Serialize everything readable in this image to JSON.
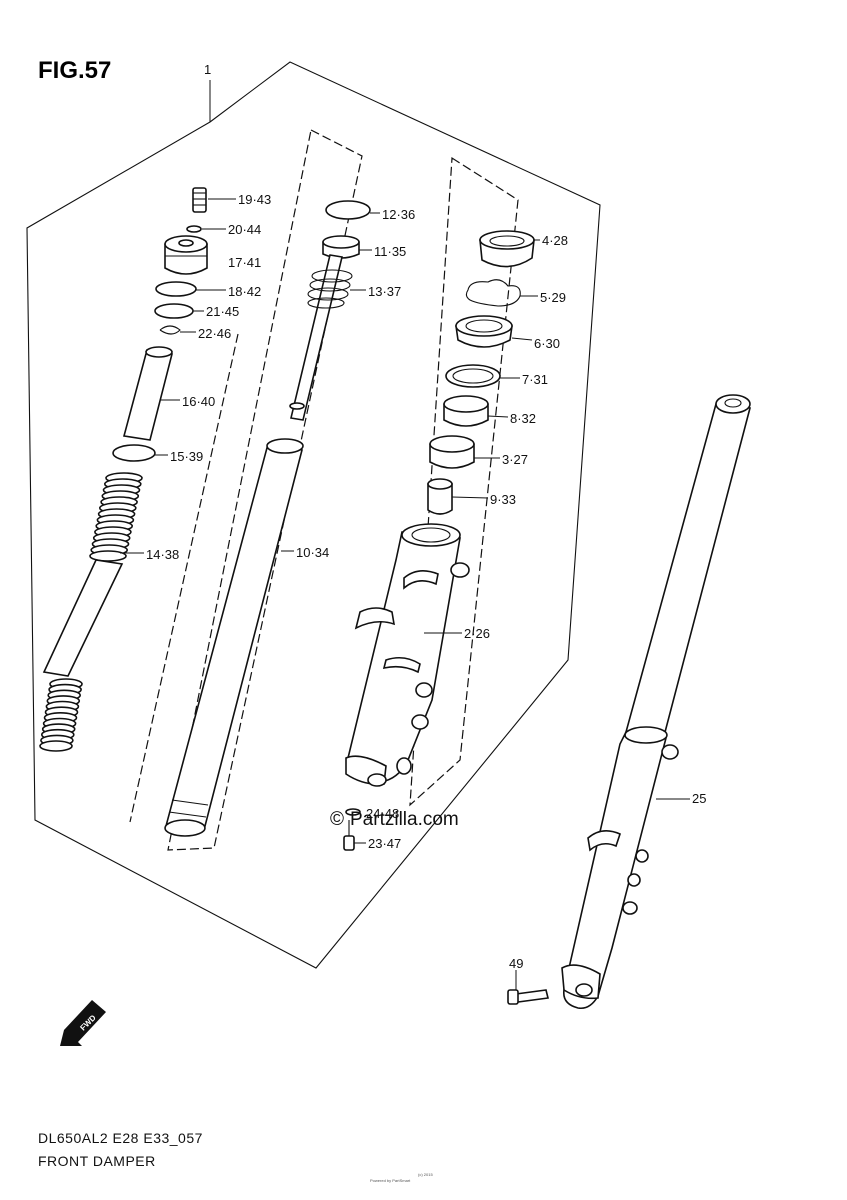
{
  "figure": {
    "number": "FIG.57",
    "footer_code": "DL650AL2 E28 E33_057",
    "footer_title": "FRONT DAMPER",
    "watermark": "Partzilla.com",
    "copyright_symbol": "©",
    "fine_print_top": "(c) 2015",
    "fine_print": "Powered by PartSmart"
  },
  "colors": {
    "ink": "#111111",
    "background": "#ffffff"
  },
  "icons": [
    "fwd-arrow-icon"
  ],
  "fwd_badge": "FWD",
  "callouts": [
    {
      "id": "c1",
      "text": "1"
    },
    {
      "id": "c19",
      "text": "19·43"
    },
    {
      "id": "c20",
      "text": "20·44"
    },
    {
      "id": "c17",
      "text": "17·41"
    },
    {
      "id": "c18",
      "text": "18·42"
    },
    {
      "id": "c21",
      "text": "21·45"
    },
    {
      "id": "c22",
      "text": "22·46"
    },
    {
      "id": "c16",
      "text": "16·40"
    },
    {
      "id": "c15",
      "text": "15·39"
    },
    {
      "id": "c14",
      "text": "14·38"
    },
    {
      "id": "c12",
      "text": "12·36"
    },
    {
      "id": "c11",
      "text": "11·35"
    },
    {
      "id": "c13",
      "text": "13·37"
    },
    {
      "id": "c10",
      "text": "10·34"
    },
    {
      "id": "c4",
      "text": "4·28"
    },
    {
      "id": "c5",
      "text": "5·29"
    },
    {
      "id": "c6",
      "text": "6·30"
    },
    {
      "id": "c7",
      "text": "7·31"
    },
    {
      "id": "c8",
      "text": "8·32"
    },
    {
      "id": "c3",
      "text": "3·27"
    },
    {
      "id": "c9",
      "text": "9·33"
    },
    {
      "id": "c2",
      "text": "2·26"
    },
    {
      "id": "c24",
      "text": "24·48"
    },
    {
      "id": "c23",
      "text": "23·47"
    },
    {
      "id": "c25",
      "text": "25"
    },
    {
      "id": "c49",
      "text": "49"
    }
  ]
}
